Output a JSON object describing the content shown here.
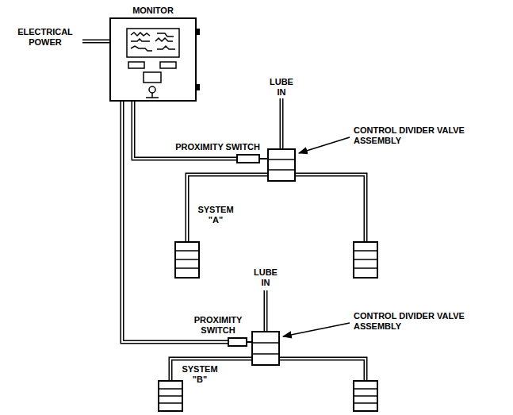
{
  "diagram": {
    "nodes": [
      {
        "text": [
          "MONITOR"
        ]
      },
      {
        "text": [
          "PROXIMITY SWITCH"
        ]
      },
      {
        "text": [
          "PROXIMITY SWITCH"
        ]
      }
    ],
    "edges": [
      {
        "from": 0,
        "to": 1,
        "arrow": "none"
      },
      {
        "from": 0,
        "to": 2,
        "arrow": "none"
      }
    ],
    "labels": [
      "ELECTRICAL POWER",
      "LUBE IN",
      "CONTROL DIVIDER VALVE ASSEMBLY",
      "SYSTEM \"A\"",
      "LUBE IN",
      "CONTROL DIVIDER VALVE ASSEMBLY",
      "SYSTEM \"B\""
    ]
  }
}
